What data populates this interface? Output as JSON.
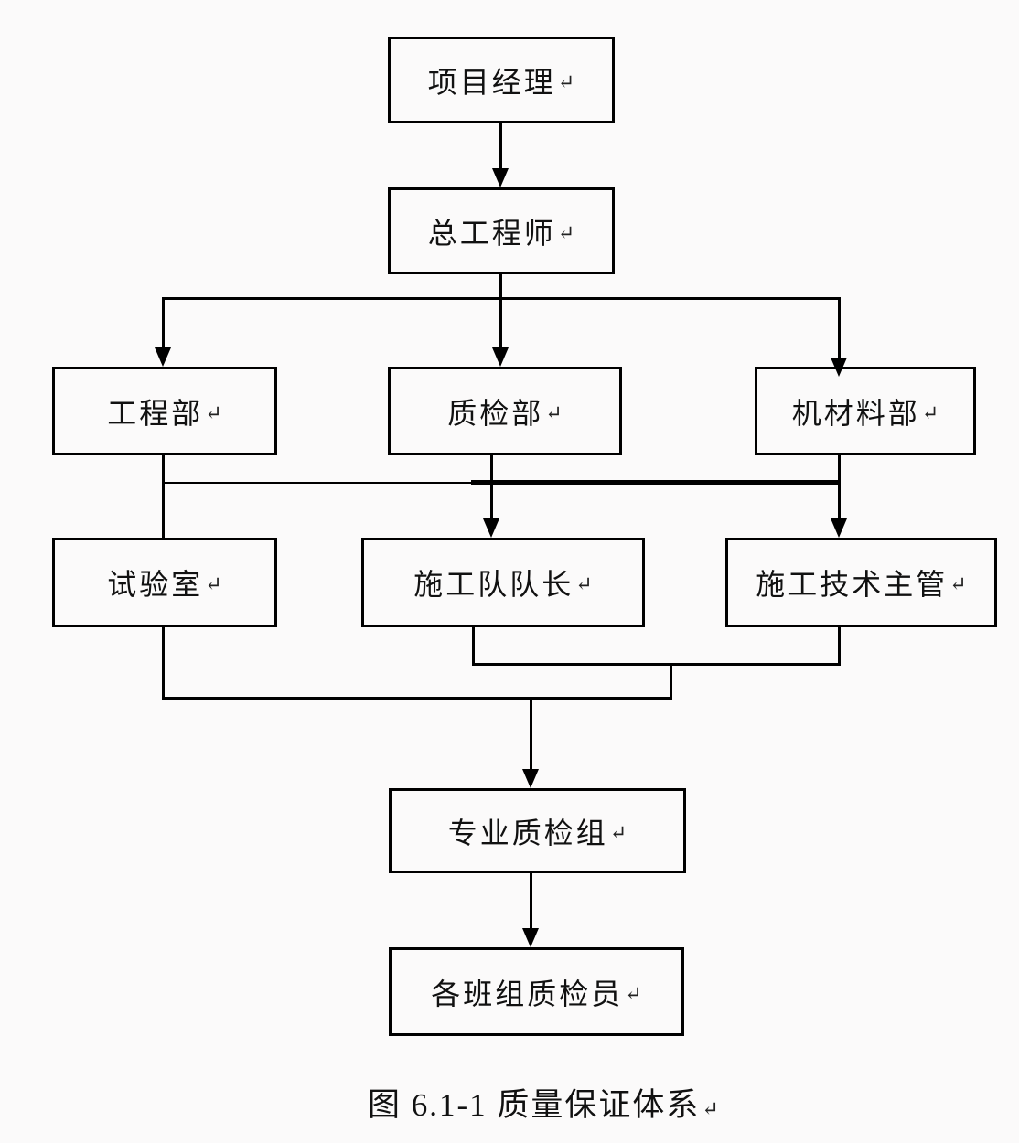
{
  "diagram": {
    "caption": "图 6.1-1 质量保证体系",
    "paragraph_mark": "↵",
    "colors": {
      "ink": "#000000",
      "background": "#fbfafa"
    },
    "nodes": {
      "project_manager": "项目经理",
      "chief_engineer": "总工程师",
      "engineering_dept": "工程部",
      "quality_inspection_dept": "质检部",
      "machinery_materials_dept": "机材料部",
      "laboratory": "试验室",
      "construction_team_leader": "施工队队长",
      "construction_tech_supervisor": "施工技术主管",
      "professional_qc_group": "专业质检组",
      "team_qc_inspectors": "各班组质检员"
    }
  }
}
